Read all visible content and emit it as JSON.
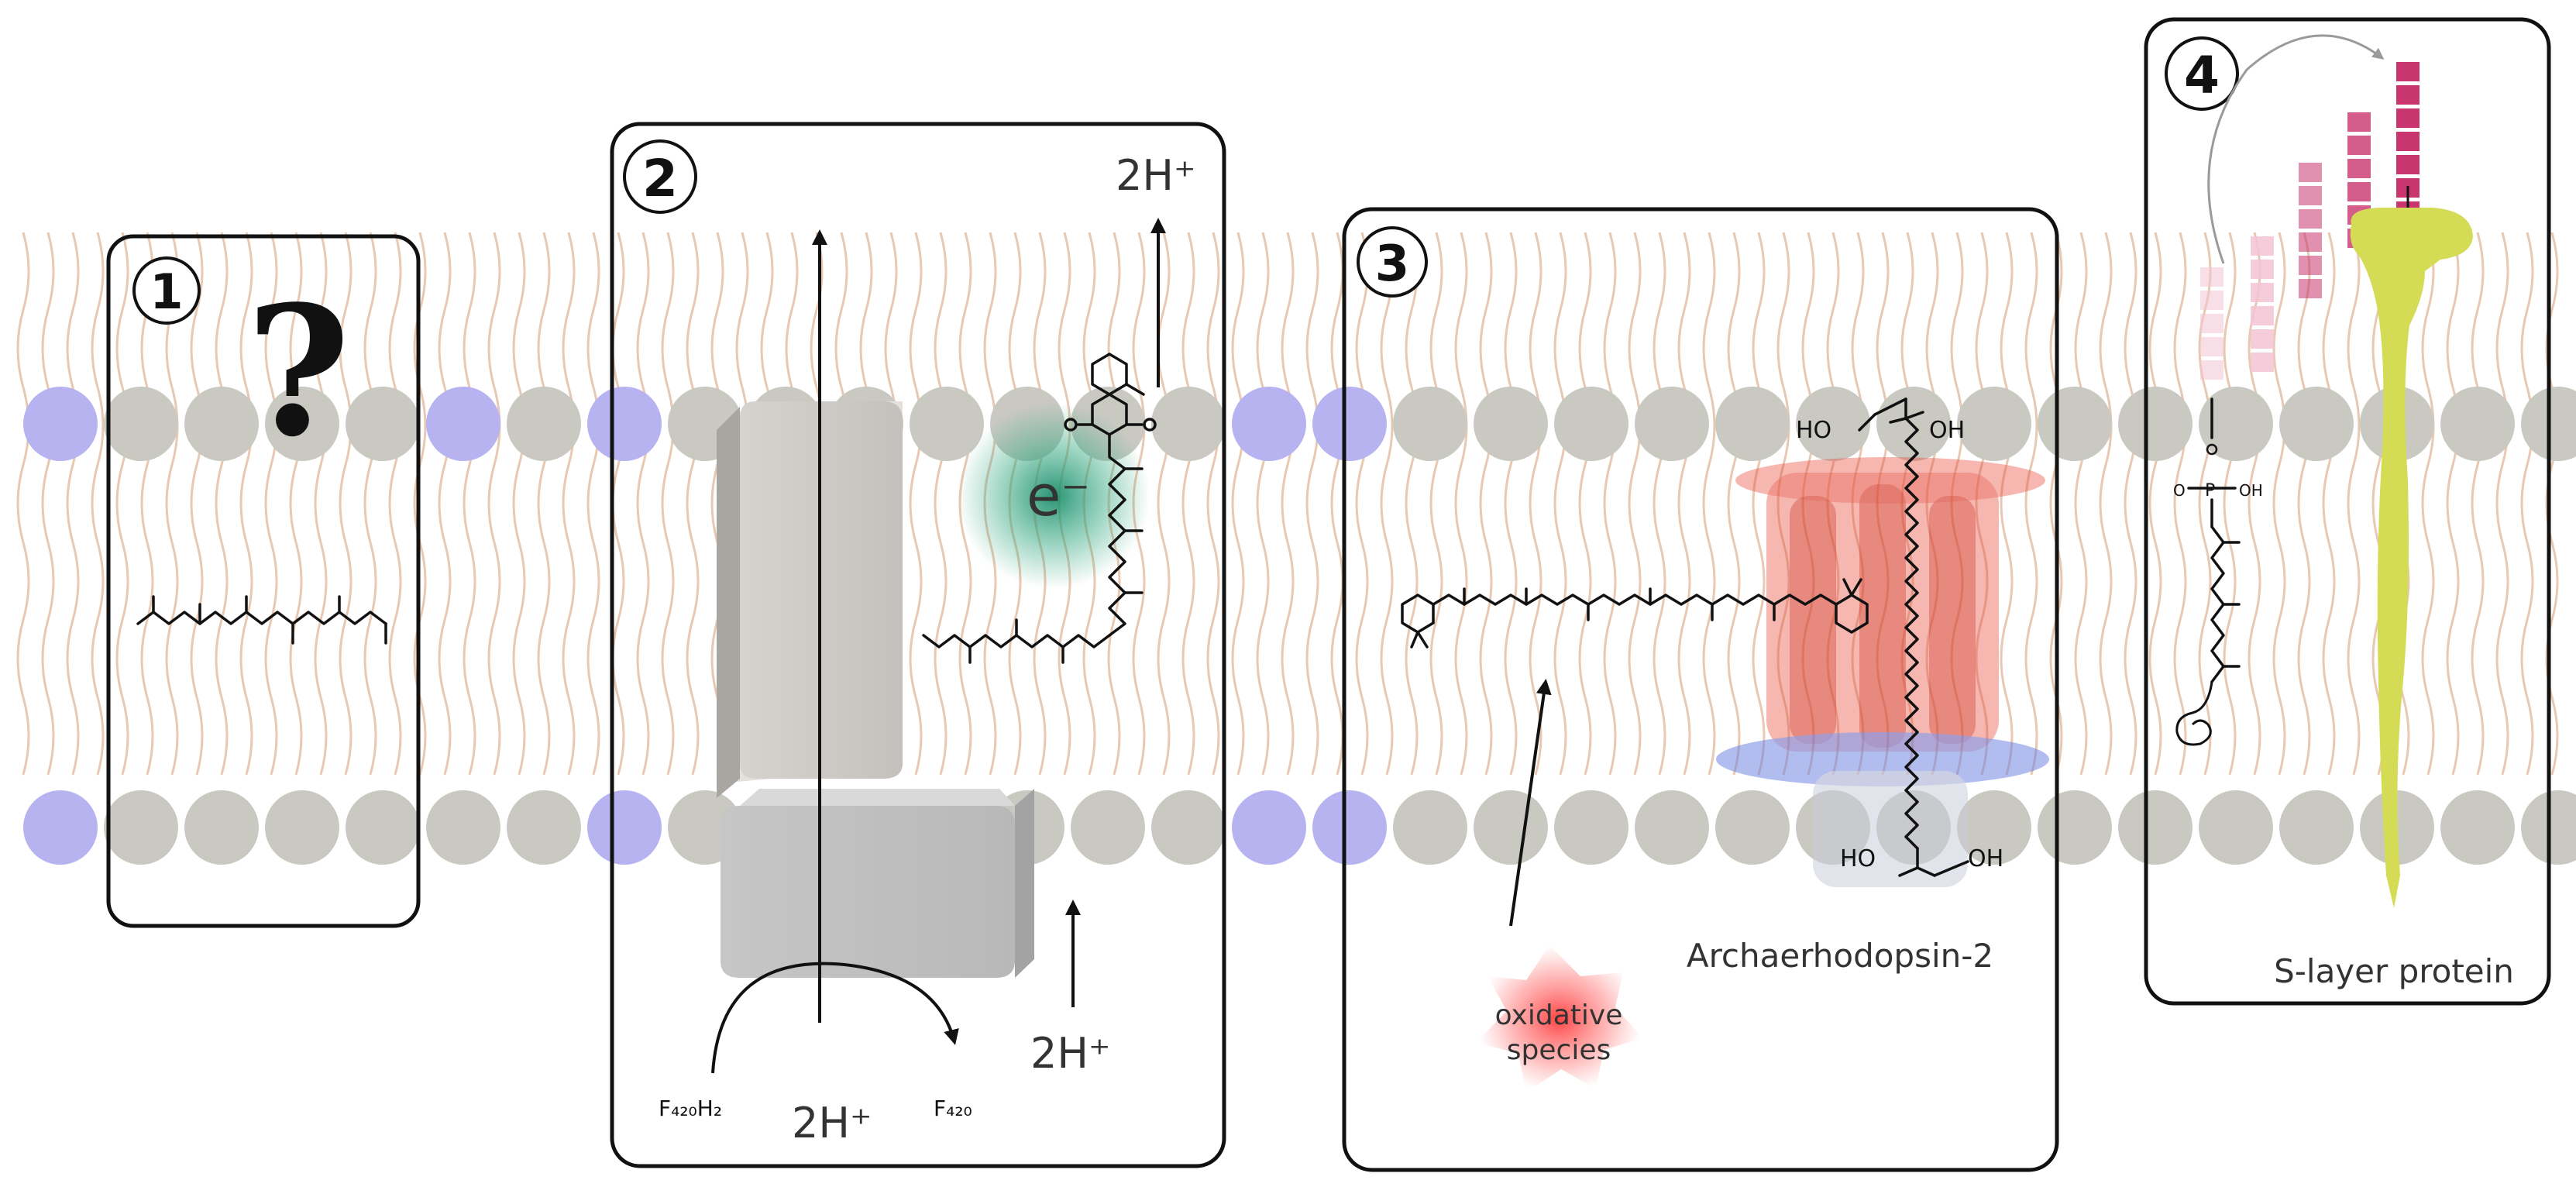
{
  "panels": [
    {
      "number": "1",
      "symbol": "?"
    },
    {
      "number": "2",
      "labels": {
        "top_proton": "2H⁺",
        "middle_proton": "2H⁺",
        "bottom_proton": "2H⁺",
        "electron": "e⁻",
        "substrate": "F₄₂₀H₂",
        "product": "F₄₂₀"
      }
    },
    {
      "number": "3",
      "labels": {
        "protein": "Archaerhodopsin-2",
        "oxidative_line1": "oxidative",
        "oxidative_line2": "species",
        "ho_top": "HO",
        "oh_top": "OH",
        "ho_bottom": "HO",
        "oh_bottom": "OH"
      }
    },
    {
      "number": "4",
      "labels": {
        "protein": "S-layer protein",
        "oxo": "O",
        "phosphorus": "P",
        "hydroxyl": "OH"
      }
    }
  ],
  "colors": {
    "headgroup": "#c9c9c2",
    "headgroup_alt": "#b7b3f0",
    "lipid_tail": "#e9c8b2",
    "electron_glow": "#1e8f6b",
    "oxidative_glow": "#ff3a3a",
    "slayer_protein": "#d4dc55",
    "glyco_strong": "#c9356e",
    "glyco_light": "#f3c4d4",
    "rhodopsin_red": "#e8503e",
    "rhodopsin_blue": "#6b7fe0",
    "complex_block": "#c8c6c3"
  }
}
